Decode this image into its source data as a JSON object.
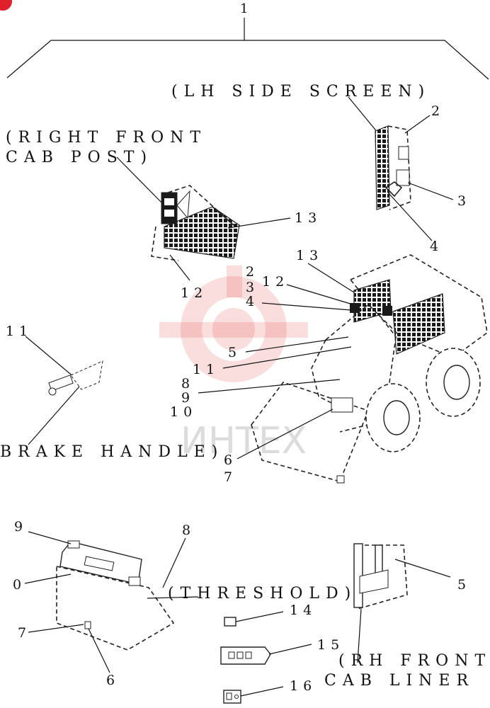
{
  "captions": {
    "lh_side_screen": "(LH SIDE SCREEN)",
    "right_front_cab_post_1": "(RIGHT FRONT",
    "right_front_cab_post_2": "CAB POST)",
    "brake_handle": "BRAKE HANDLE)",
    "threshold": "(THRESHOLD)",
    "rh_front_cab_liner_1": "(RH FRONT",
    "rh_front_cab_liner_2": "CAB LINER"
  },
  "callouts": {
    "c1": "1",
    "c2_top": "2",
    "c3_top": "3",
    "c4_top": "4",
    "c13_post": "13",
    "c12_post": "12",
    "c13_main": "13",
    "c2_main": "2",
    "c3_main": "3",
    "c12_main": "12",
    "c4_main": "4",
    "c5_main": "5",
    "c11_main": "11",
    "c8_main": "8",
    "c9_main": "9",
    "c10_main": "10",
    "c6_main": "6",
    "c7_main": "7",
    "c11_brake": "11",
    "c9_thr": "9",
    "c8_thr": "8",
    "c10_thr": "0",
    "c7_thr": "7",
    "c6_thr": "6",
    "c14": "14",
    "c15": "15",
    "c16": "16",
    "c5_liner": "5"
  },
  "watermark": "ИНТЕХ",
  "colors": {
    "ink": "#111111",
    "watermark": "#e64545",
    "corner_mark": "#e0202a"
  }
}
